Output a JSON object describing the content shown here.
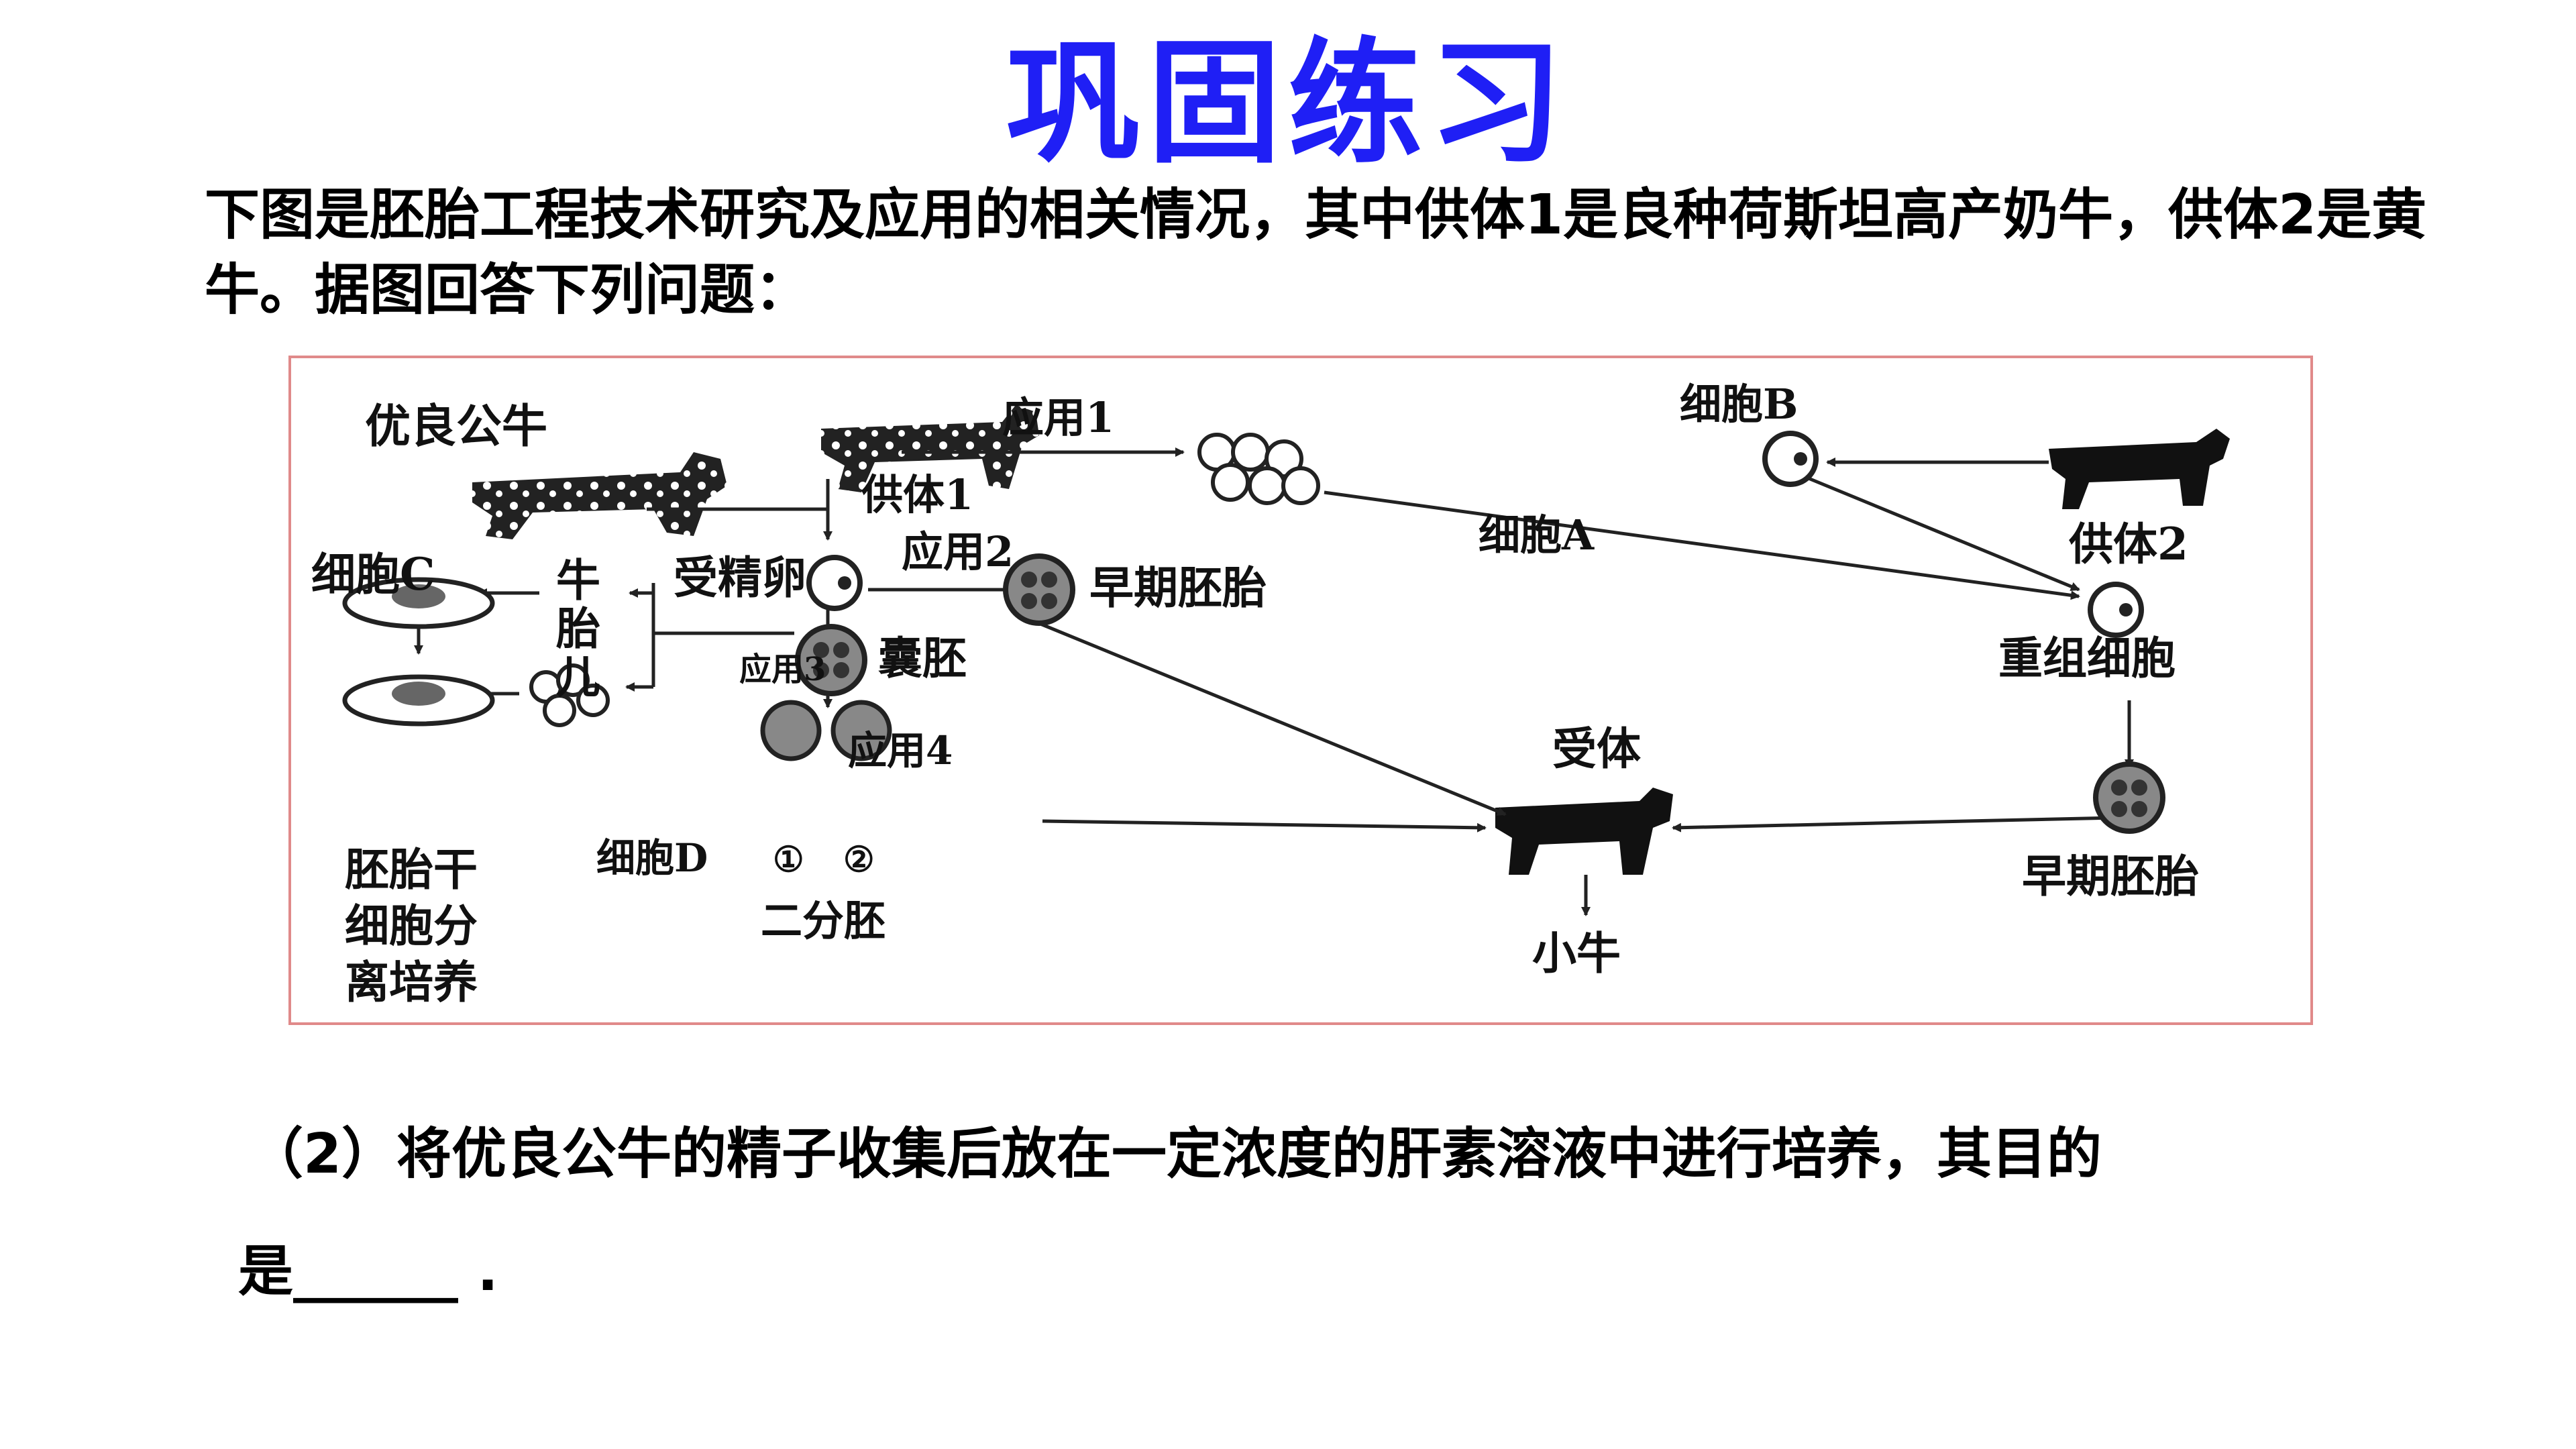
{
  "title": "巩固练习",
  "intro": "下图是胚胎工程技术研究及应用的相关情况，其中供体1是良种荷斯坦高产奶牛，供体2是黄牛。据图回答下列问题：",
  "question": {
    "text": "（2）将优良公牛的精子收集后放在一定浓度的肝素溶液中进行培养，其目的",
    "answer_line": "是______ ."
  },
  "diagram": {
    "labels": {
      "bull": "优良公牛",
      "donor1": "供体1",
      "app1": "应用1",
      "cell_b": "细胞B",
      "cell_a": "细胞A",
      "donor2": "供体2",
      "cell_c": "细胞C",
      "fetus": "牛胎儿",
      "fertilized_egg": "受精卵",
      "app2": "应用2",
      "early_embryo1": "早期胚胎",
      "recombinant_cell": "重组细胞",
      "app3": "应用3",
      "blastocyst": "囊胚",
      "app4": "应用4",
      "recipient": "受体",
      "embryonic_stem": "胚胎干细胞分离培养",
      "cell_d": "细胞D",
      "circled1": "①",
      "circled2": "②",
      "split_embryo": "二分胚",
      "calf": "小牛",
      "early_embryo2": "早期胚胎"
    }
  }
}
